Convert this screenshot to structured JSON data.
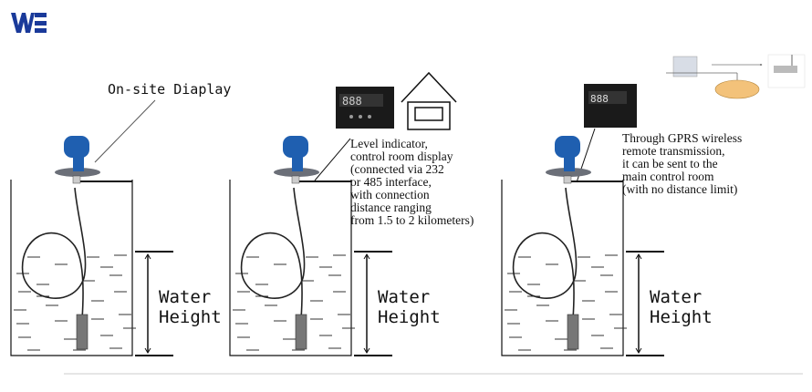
{
  "logo": {
    "text": "WE",
    "color": "#1a3a9a"
  },
  "panels": [
    {
      "callout": "On-site Diaplay",
      "water_label_1": "Water",
      "water_label_2": "Height"
    },
    {
      "callout_lines": [
        "Level indicator,",
        "control room display",
        "(connected via 232",
        "or 485 interface,",
        "with connection",
        "distance ranging",
        "from 1.5 to 2 kilometers)"
      ],
      "water_label_1": "Water",
      "water_label_2": "Height"
    },
    {
      "callout_lines": [
        "Through GPRS wireless",
        "remote transmission,",
        "it can be sent to the",
        "main control room",
        "(with no distance limit)"
      ],
      "water_label_1": "Water",
      "water_label_2": "Height"
    }
  ],
  "colors": {
    "transmitter": "#1f5fb0",
    "display": "#1a1a1a",
    "line": "#111111"
  }
}
